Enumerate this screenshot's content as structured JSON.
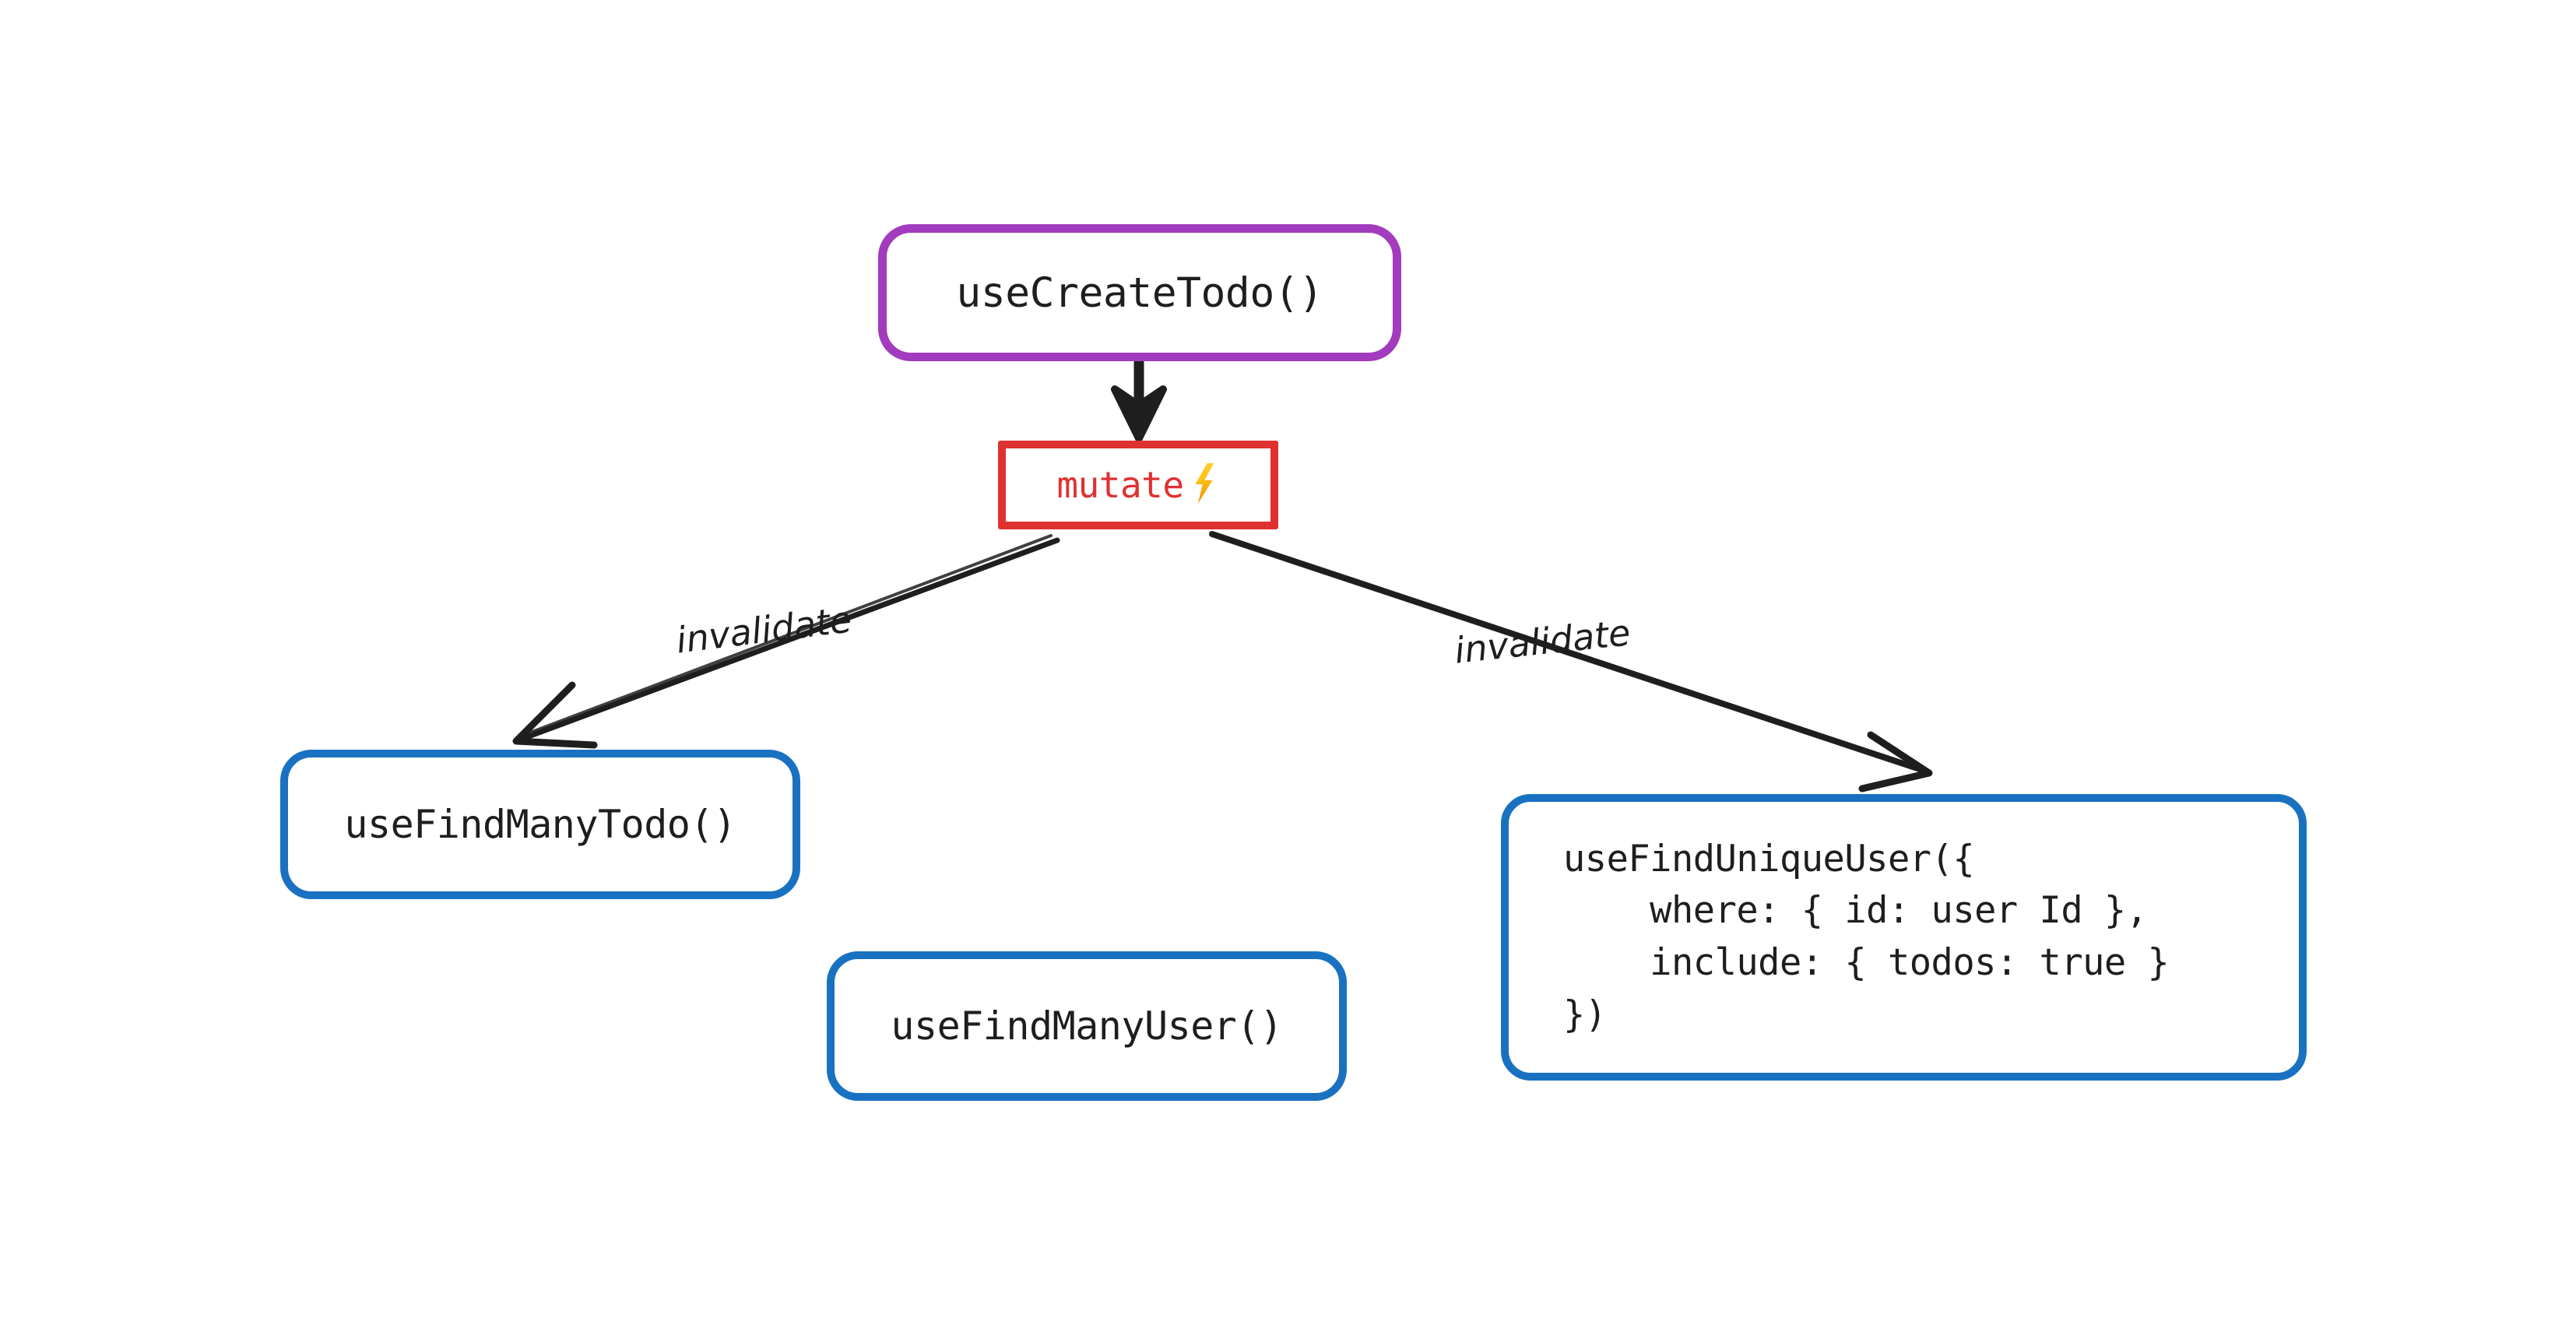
{
  "diagram": {
    "title": "useCreateTodo mutation invalidation flow",
    "background": "#ffffff",
    "colors": {
      "purple": "#a23bbd",
      "red": "#e03131",
      "blue": "#1971c2",
      "stroke": "#1e1e1e",
      "bolt_yellow": "#ffd43b",
      "bolt_orange": "#f59f00"
    },
    "nodes": {
      "create_todo": {
        "label": "useCreateTodo()",
        "border_color": "#a23bbd",
        "shape": "rounded-rect"
      },
      "mutate": {
        "label": "mutate",
        "icon": "lightning-bolt-icon",
        "icon_glyph": "⚡",
        "border_color": "#e03131",
        "text_color": "#e03131",
        "shape": "rect"
      },
      "find_many_todo": {
        "label": "useFindManyTodo()",
        "border_color": "#1971c2",
        "shape": "rounded-rect"
      },
      "find_many_user": {
        "label": "useFindManyUser()",
        "border_color": "#1971c2",
        "shape": "rounded-rect"
      },
      "find_unique_user": {
        "label": "useFindUniqueUser({\n    where: { id: user Id },\n    include: { todos: true }\n})",
        "lines": [
          "useFindUniqueUser({",
          "    where: { id: user Id },",
          "    include: { todos: true }",
          "})"
        ],
        "border_color": "#1971c2",
        "shape": "rounded-rect"
      }
    },
    "edges": [
      {
        "id": "create-to-mutate",
        "from": "create_todo",
        "to": "mutate",
        "label": "",
        "style": "solid-thick-arrow"
      },
      {
        "id": "mutate-to-find-many-todo",
        "from": "mutate",
        "to": "find_many_todo",
        "label": "invalidate",
        "style": "solid-thin-arrow"
      },
      {
        "id": "mutate-to-find-unique-user",
        "from": "mutate",
        "to": "find_unique_user",
        "label": "invalidate",
        "style": "solid-thin-arrow"
      }
    ]
  }
}
